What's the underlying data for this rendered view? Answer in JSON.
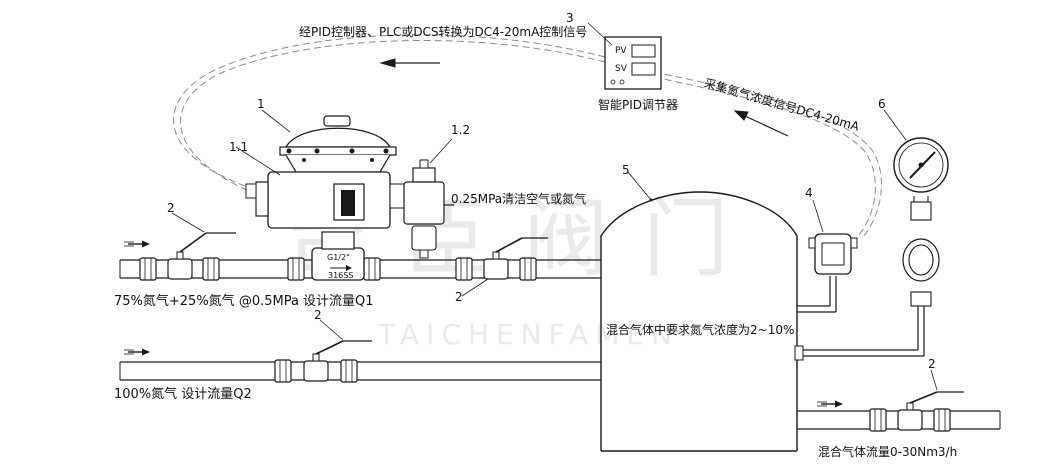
{
  "watermark": {
    "text": "台臣阀门",
    "subtext": "TAICHENFAMEN"
  },
  "callouts": {
    "c1": "1",
    "c1_1": "1.1",
    "c1_2": "1.2",
    "c2a": "2",
    "c2b": "2",
    "c2c": "2",
    "c2d": "2",
    "c3": "3",
    "c4": "4",
    "c5": "5",
    "c6": "6"
  },
  "annotations": {
    "control_signal": "经PID控制器、PLC或DCS转换为DC4-20mA控制信号",
    "pid_controller": "智能PID调节器",
    "acquisition_signal": "采集氮气浓度信号DC4-20mA",
    "air_supply": "0.25MPa清洁空气或氮气",
    "inlet_line1": "75%氮气+25%氮气  @0.5MPa  设计流量Q1",
    "inlet_line2": "100%氮气  设计流量Q2",
    "tank_requirement": "混合气体中要求氮气浓度为2~10%",
    "outlet": "混合气体流量0-30Nm3/h"
  },
  "valve_body": {
    "size": "G1/2\"",
    "material": "316SS"
  },
  "pid_display": {
    "pv": "PV",
    "sv": "SV"
  },
  "colors": {
    "line": "#1a1a1a",
    "watermark": "#e9e9e9",
    "background": "#ffffff"
  }
}
